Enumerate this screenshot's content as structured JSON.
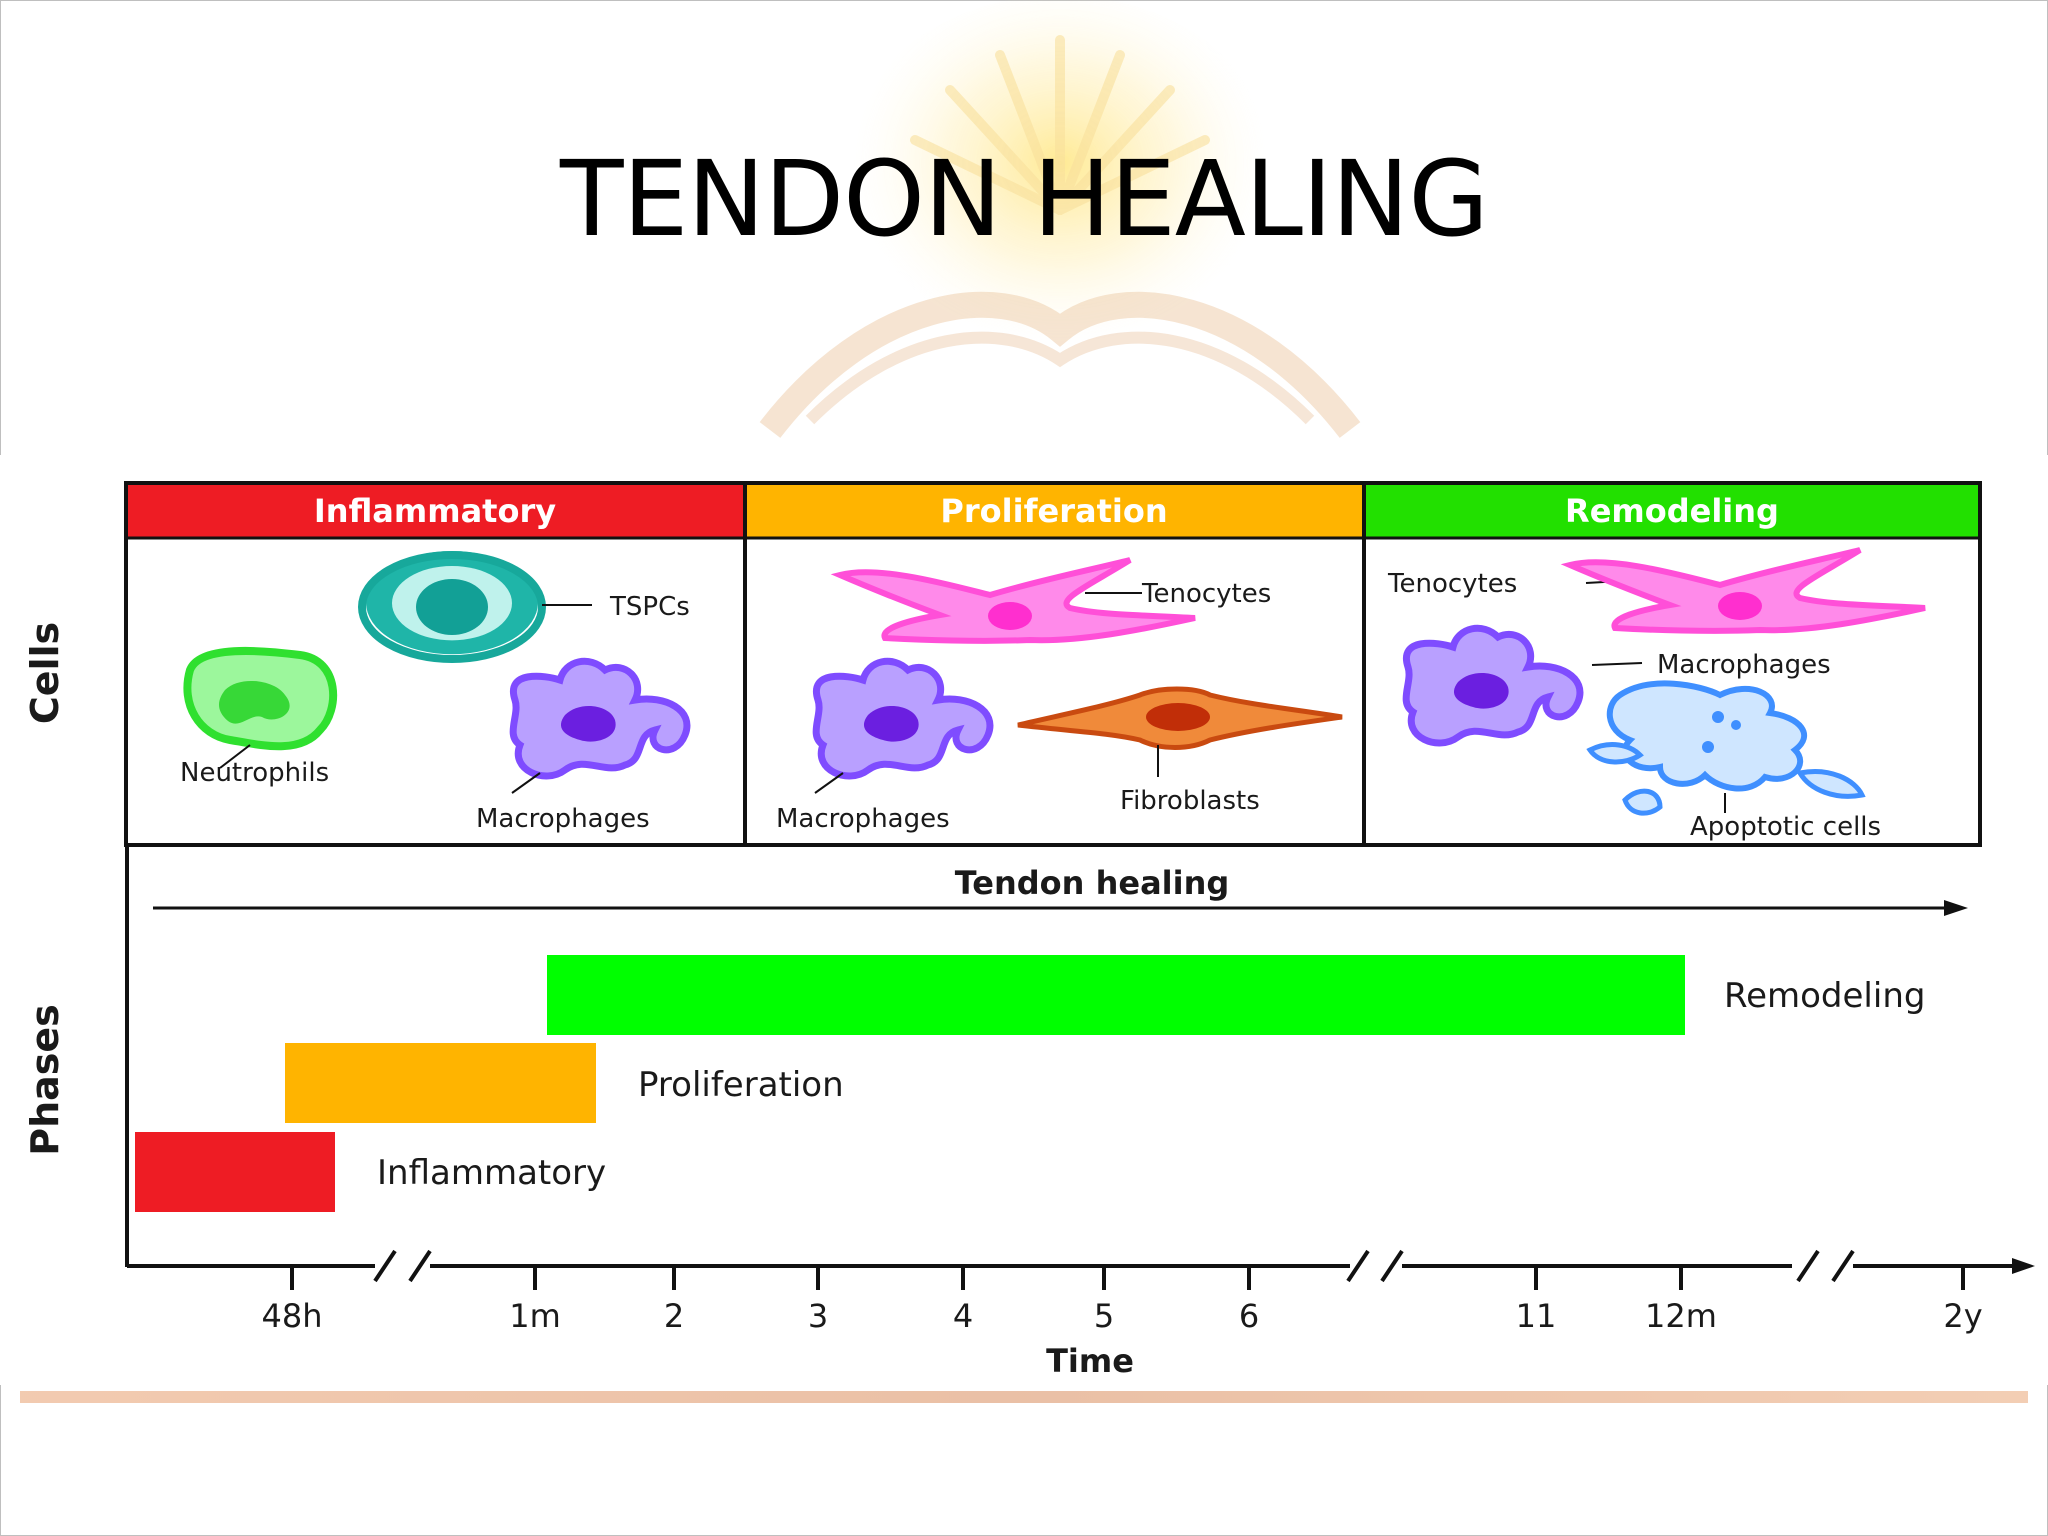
{
  "slide": {
    "title": "TENDON HEALING"
  },
  "diagram": {
    "side_labels": {
      "cells": "Cells",
      "phases": "Phases"
    },
    "panels": [
      {
        "header": "Inflammatory",
        "color": "#ee1c24",
        "cells": {
          "tspcs": "TSPCs",
          "neutrophils": "Neutrophils",
          "macrophages": "Macrophages"
        }
      },
      {
        "header": "Proliferation",
        "color": "#ffb400",
        "cells": {
          "tenocytes": "Tenocytes",
          "macrophages": "Macrophages",
          "fibroblasts": "Fibroblasts"
        }
      },
      {
        "header": "Remodeling",
        "color": "#22e000",
        "cells": {
          "tenocytes": "Tenocytes",
          "macrophages": "Macrophages",
          "apoptotic": "Apoptotic cells"
        }
      }
    ],
    "arrow_label": "Tendon healing",
    "phases": [
      {
        "label": "Remodeling",
        "color": "#00ff00",
        "start": "1m",
        "end": "12m"
      },
      {
        "label": "Proliferation",
        "color": "#ffb400",
        "start": "48h",
        "end": "2"
      },
      {
        "label": "Inflammatory",
        "color": "#ee1c24",
        "start": "0",
        "end": "48h"
      }
    ],
    "time_axis": {
      "label": "Time",
      "ticks": [
        "48h",
        "1m",
        "2",
        "3",
        "4",
        "5",
        "6",
        "11",
        "12m",
        "2y"
      ]
    },
    "colors": {
      "tenocyte": "#ff5ee0",
      "macrophage": "#b9a0ff",
      "macrophage_nucleus": "#6b1fe0",
      "neutrophil": "#37f037",
      "tspc": "#1fb5a8",
      "fibroblast": "#d85a16",
      "apoptotic": "#4aa0ff"
    }
  }
}
